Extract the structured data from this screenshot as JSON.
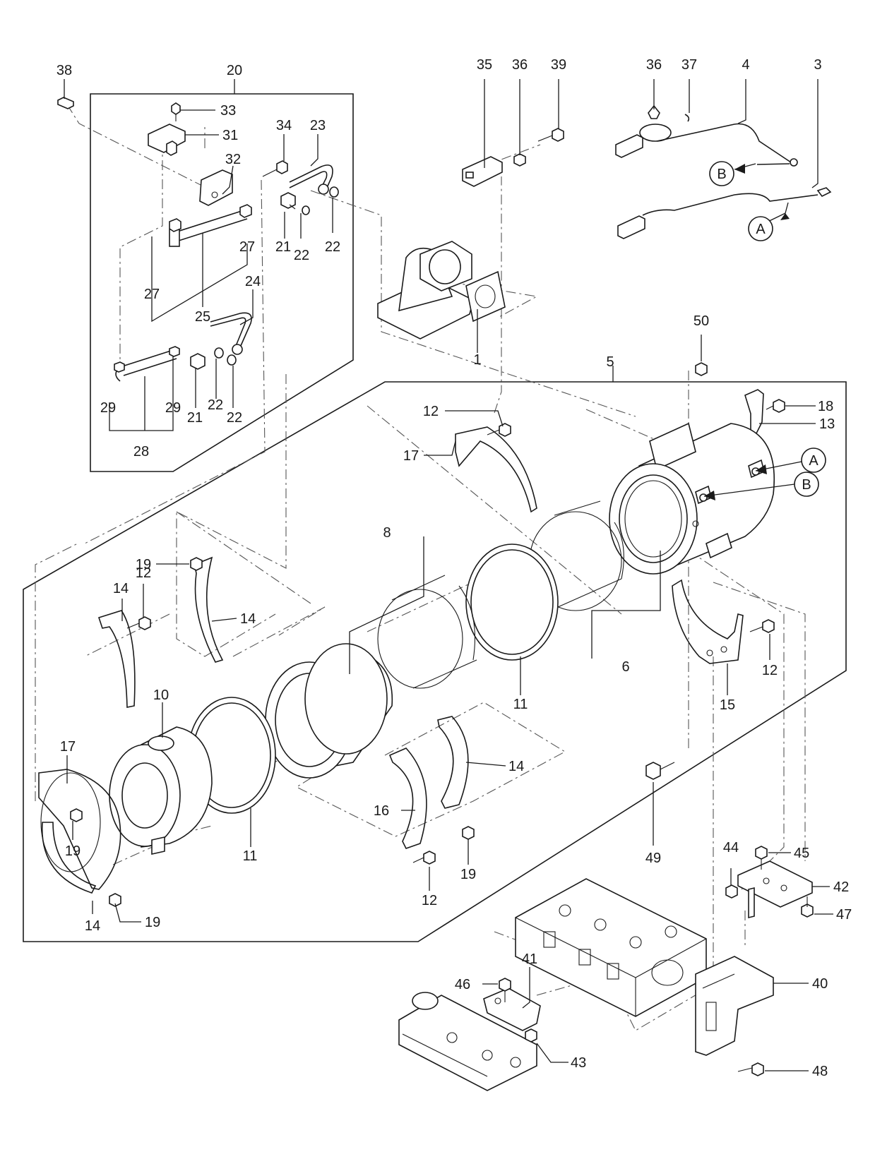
{
  "colors": {
    "ink": "#1a1a1a",
    "background": "#ffffff"
  },
  "part_numbers": [
    "38",
    "20",
    "33",
    "31",
    "32",
    "34",
    "23",
    "21",
    "22",
    "22",
    "27",
    "27",
    "25",
    "24",
    "29",
    "29",
    "28",
    "21",
    "22",
    "22",
    "35",
    "36",
    "39",
    "36",
    "37",
    "4",
    "3",
    "1",
    "50",
    "5",
    "18",
    "13",
    "12",
    "17",
    "8",
    "6",
    "11",
    "11",
    "10",
    "17",
    "14",
    "14",
    "12",
    "19",
    "19",
    "19",
    "14",
    "16",
    "12",
    "19",
    "15",
    "12",
    "44",
    "45",
    "42",
    "47",
    "49",
    "40",
    "41",
    "46",
    "43",
    "48"
  ],
  "callouts": [
    "A",
    "B",
    "A",
    "B"
  ]
}
